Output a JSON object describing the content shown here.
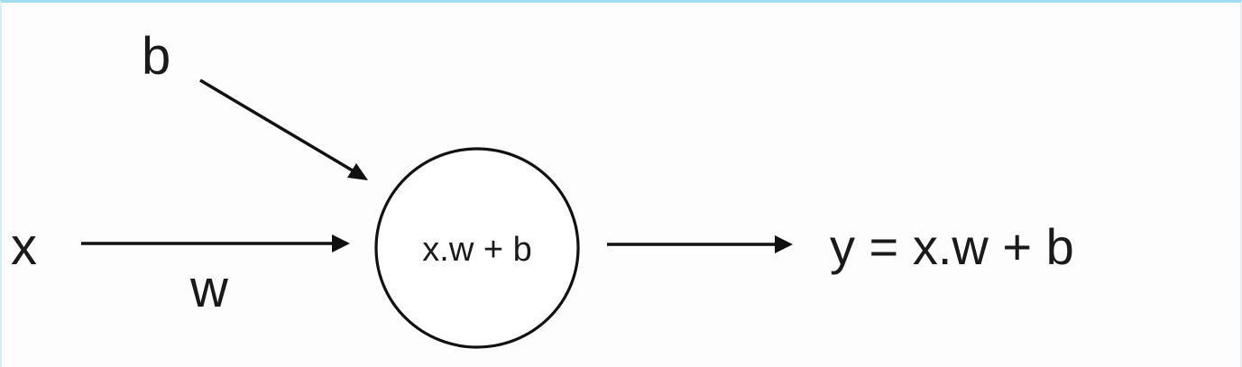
{
  "diagram": {
    "nodes": {
      "input_x": {
        "label": "x"
      },
      "bias_b": {
        "label": "b"
      },
      "neuron": {
        "label": "x.w + b"
      },
      "output": {
        "label": "y = x.w + b"
      }
    },
    "edges": {
      "x_to_neuron": {
        "label": "w"
      },
      "b_to_neuron": {
        "label": ""
      },
      "neuron_to_output": {
        "label": ""
      }
    }
  }
}
